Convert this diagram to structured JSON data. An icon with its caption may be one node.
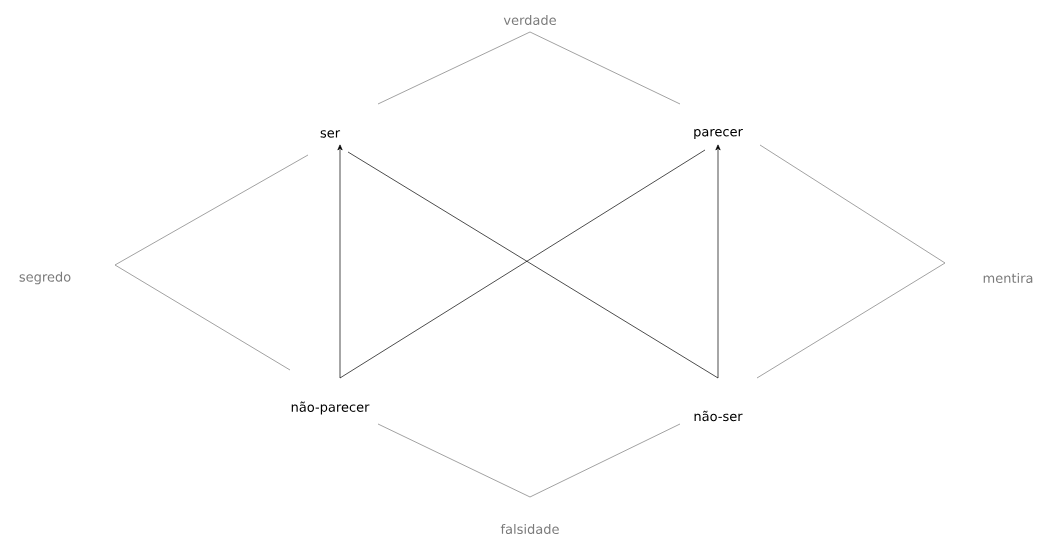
{
  "diagram": {
    "nodes": [
      {
        "text": [
          "ser"
        ]
      },
      {
        "text": [
          "parecer"
        ]
      },
      {
        "text": [
          "não-parecer"
        ]
      },
      {
        "text": [
          "não-ser"
        ]
      },
      {
        "text": [
          "verdade"
        ]
      },
      {
        "text": [
          "segredo"
        ]
      },
      {
        "text": [
          "mentira"
        ]
      },
      {
        "text": [
          "falsidade"
        ]
      }
    ],
    "edges": [
      {
        "from": 0,
        "to": 3,
        "arrow": "none",
        "color": "#000000"
      },
      {
        "from": 1,
        "to": 2,
        "arrow": "none",
        "color": "#000000"
      },
      {
        "from": 2,
        "to": 0,
        "arrow": "to",
        "color": "#000000"
      },
      {
        "from": 3,
        "to": 1,
        "arrow": "to",
        "color": "#000000"
      },
      {
        "from": 4,
        "to": 0,
        "arrow": "none"
      },
      {
        "from": 4,
        "to": 1,
        "arrow": "none"
      },
      {
        "from": 5,
        "to": 0,
        "arrow": "none"
      },
      {
        "from": 5,
        "to": 2,
        "arrow": "none"
      },
      {
        "from": 6,
        "to": 1,
        "arrow": "none"
      },
      {
        "from": 6,
        "to": 3,
        "arrow": "none"
      },
      {
        "from": 7,
        "to": 2,
        "arrow": "none"
      },
      {
        "from": 7,
        "to": 3,
        "arrow": "none"
      }
    ]
  }
}
